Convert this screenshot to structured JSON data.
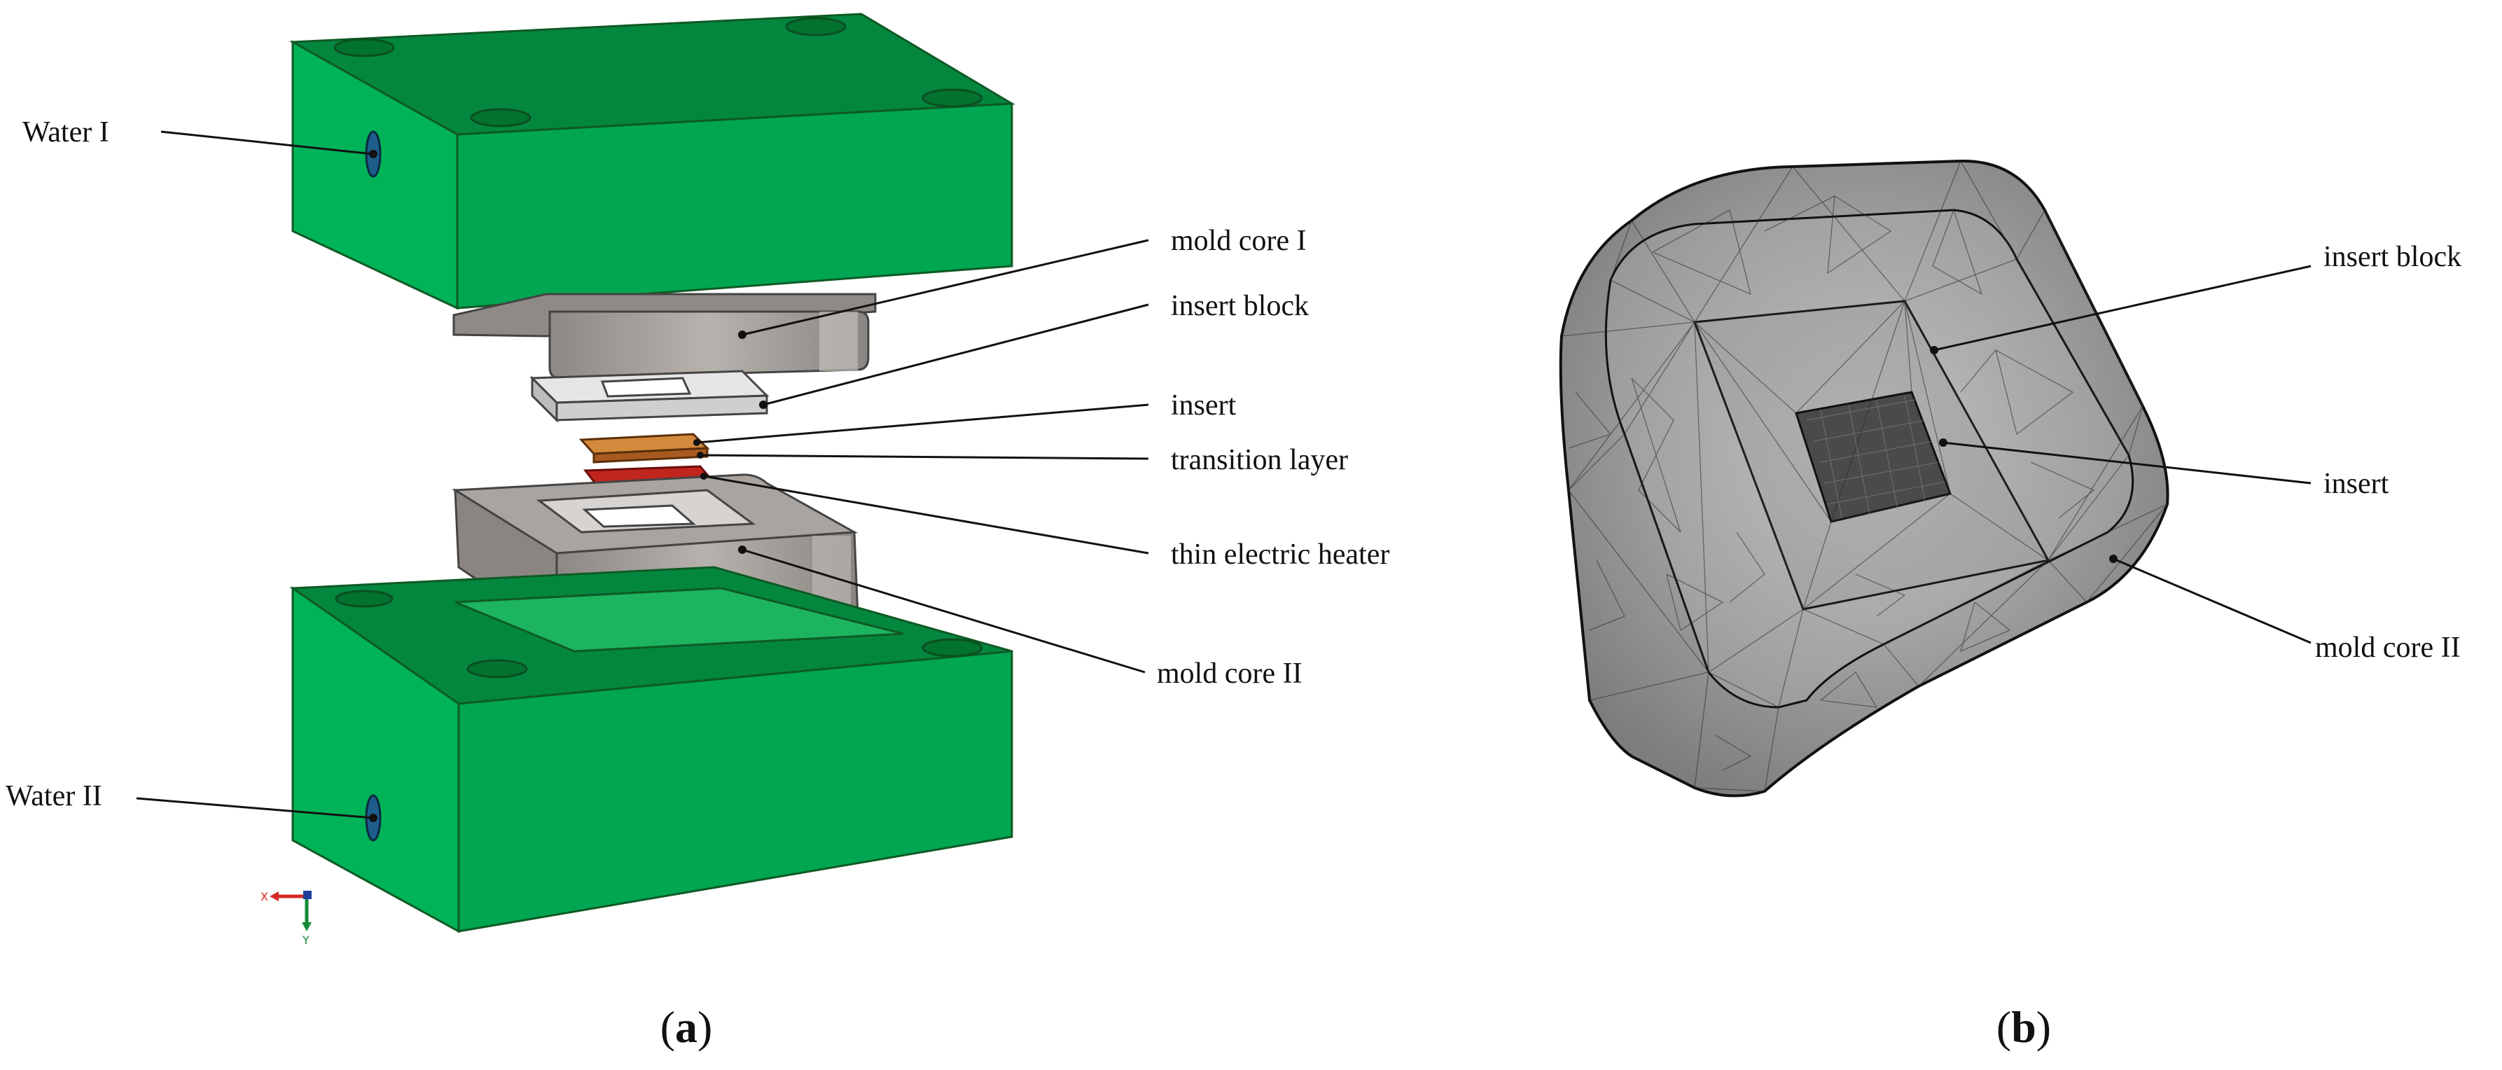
{
  "panel_a": {
    "labels": {
      "water_1": "Water I",
      "water_2": "Water II",
      "mold_core_1": "mold core I",
      "insert_block": "insert block",
      "insert": "insert",
      "transition_layer": "transition layer",
      "thin_electric_heater": "thin electric heater",
      "mold_core_2": "mold core II"
    },
    "triad": {
      "x": "X",
      "y": "Y"
    },
    "caption": {
      "open": "(",
      "letter": "a",
      "close": ")"
    }
  },
  "panel_b": {
    "labels": {
      "insert_block": "insert block",
      "insert": "insert",
      "mold_core_2": "mold core II"
    },
    "caption": {
      "open": "(",
      "letter": "b",
      "close": ")"
    }
  },
  "colors": {
    "mold_plate_green": "#00a651",
    "mold_plate_top_face": "#03873f",
    "mold_core_gray": "#a8a39e",
    "insert_block_light_gray": "#d9d9d9",
    "transition_layer_orange": "#c8742a",
    "heater_red": "#c0251e",
    "mesh_gray": "#8c8c8c"
  }
}
